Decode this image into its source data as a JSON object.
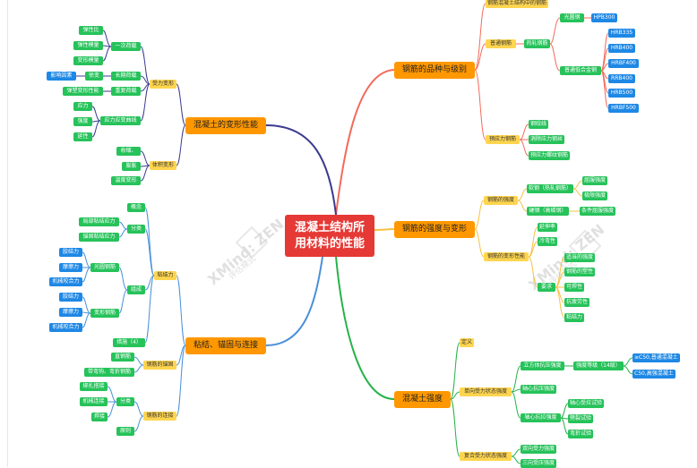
{
  "watermark": {
    "main": "XMind: ZEN",
    "sub": "评估模式"
  },
  "root": {
    "line1": "混凝土结构所",
    "line2": "用材料的性能"
  },
  "colors": {
    "root": "#e53935",
    "main": "#ff9800",
    "level2": "#ffd54f",
    "level3": "#26c25a",
    "leaf": "#1e88e5",
    "branch_rebar": "#f26b5b",
    "branch_deform": "#3b3b8f",
    "branch_bond": "#4a90d9",
    "branch_strength_rebar": "#f5c242",
    "branch_concrete": "#27b24a"
  },
  "icons": {
    "watermark": "xmind-logo-icon"
  },
  "branches": {
    "rebar": "钢筋的品种与级别",
    "deform": "混凝土的变形性能",
    "rebar_strength": "钢筋的强度与变形",
    "bond": "粘结、锚固与连接",
    "concrete": "混凝土强度"
  },
  "rebar": {
    "top": "钢筋混凝土结构中的钢筋",
    "ordinary": "普通钢筋",
    "hotrolled": "热轧钢筋",
    "plain": "光圆钢",
    "hpb300": "HPB300",
    "ribbed": "普通低合金钢",
    "grades": [
      "HRB335",
      "HRB400",
      "HRBF400",
      "RRB400",
      "HRB500",
      "HRBF500"
    ],
    "prestress": "预应力钢筋",
    "prestress_items": [
      "钢绞线",
      "消除应力钢丝",
      "预应力螺纹钢筋"
    ]
  },
  "rebar_strength": {
    "strength": "钢筋的强度",
    "soft": "软钢（热轧钢筋）",
    "soft_items": [
      "屈服强度",
      "极限强度"
    ],
    "hard": "硬钢（高碳钢）",
    "hard_item": "条件屈服强度",
    "deform": "钢筋的变形性能",
    "deform_items": [
      "延伸率",
      "冷弯性"
    ],
    "req": "要求",
    "req_items": [
      "适当的强度",
      "钢筋的塑性",
      "可焊性",
      "抗疲劳性",
      "粘结力"
    ]
  },
  "deform": {
    "stress": "受力变形",
    "once": "一次荷载",
    "once_items": [
      "弹性比",
      "弹性模量",
      "变形模量"
    ],
    "long": "长期荷载",
    "creep": "徐变",
    "creep_factor": "影响因素",
    "repeat": "重复荷载",
    "repeat_item": "弹塑变形性能",
    "curve": "应力应变曲线",
    "curve_items": [
      "应力",
      "强度",
      "延性"
    ],
    "volume": "体积变形",
    "volume_items": [
      "收缩、",
      "膨胀",
      "温度变形"
    ]
  },
  "bond": {
    "adhesion": "粘结力",
    "def": "概念",
    "cat": "分类",
    "cat_items": [
      "局部粘结应力",
      "锚固粘结应力"
    ],
    "comp": "组成",
    "plain": "光圆钢筋",
    "plain_items": [
      "胶结力",
      "摩擦力",
      "机械咬合力"
    ],
    "ribbed": "变形钢筋",
    "ribbed_items": [
      "胶结力",
      "摩擦力",
      "机械咬合力"
    ],
    "measure": "措施（4）",
    "anchor": "钢筋的锚固",
    "anchor_items": [
      "直钢筋",
      "带弯钩、弯折钢筋"
    ],
    "connect": "钢筋的连接",
    "connect_cat": "分类",
    "connect_items": [
      "绑扎搭接",
      "机械连接",
      "焊接"
    ],
    "principle": "原则"
  },
  "concrete": {
    "def": "定义",
    "uniaxial": "单向受力状态强度",
    "cube": "立方体抗压强度",
    "grade": "强度等级（14级）",
    "grade_items": [
      "≥C50,普通混凝土",
      "C50,高强混凝土"
    ],
    "axial_c": "轴心抗压强度",
    "axial_t": "轴心抗拉强度",
    "axial_t_items": [
      "轴心受拉试验",
      "劈裂试验",
      "弯折试验"
    ],
    "composite": "复合受力状态强度",
    "composite_items": [
      "双向受力强度",
      "三向受压强度"
    ]
  }
}
